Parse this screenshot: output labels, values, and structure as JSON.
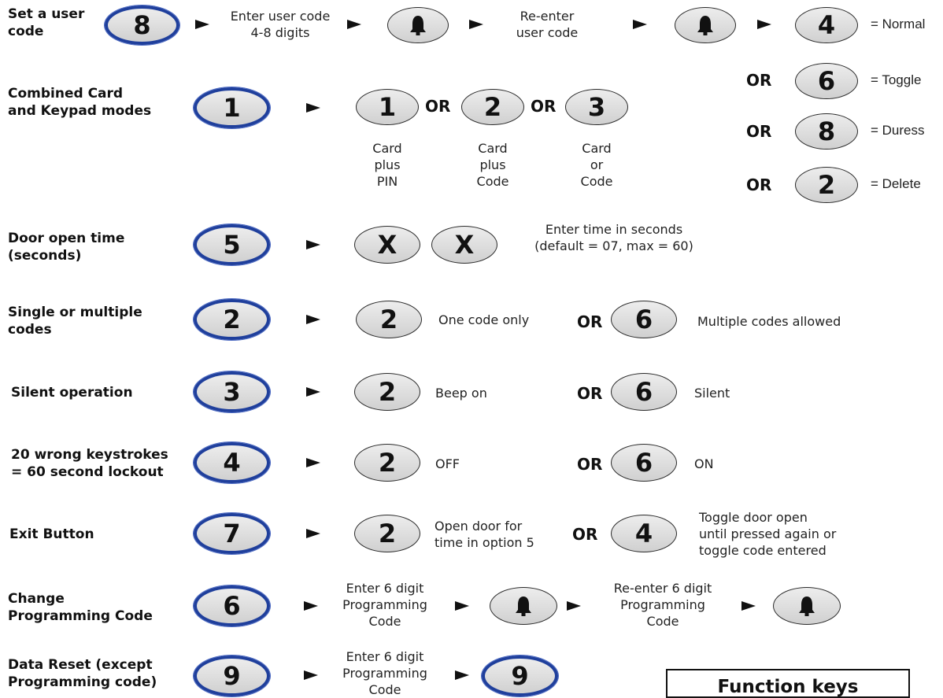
{
  "rows": {
    "user_code": {
      "label": "Set a user\ncode",
      "key": "8",
      "step1": "Enter user code\n4-8 digits",
      "step2": "Re-enter\nuser code",
      "opts": [
        {
          "or": "",
          "key": "4",
          "desc": "= Normal"
        },
        {
          "or": "OR",
          "key": "6",
          "desc": "= Toggle"
        },
        {
          "or": "OR",
          "key": "8",
          "desc": "= Duress"
        },
        {
          "or": "OR",
          "key": "2",
          "desc": "= Delete"
        }
      ]
    },
    "combined": {
      "label": "Combined Card\nand Keypad modes",
      "key": "1",
      "opts": [
        {
          "key": "1",
          "desc": "Card\nplus\nPIN"
        },
        {
          "key": "2",
          "desc": "Card\nplus\nCode"
        },
        {
          "key": "3",
          "desc": "Card\nor\nCode"
        }
      ],
      "or": "OR"
    },
    "door_time": {
      "label": "Door open time\n(seconds)",
      "key": "5",
      "x1": "X",
      "x2": "X",
      "desc": "Enter time in seconds\n(default = 07, max = 60)"
    },
    "single_multi": {
      "label": "Single or multiple\ncodes",
      "key": "2",
      "opt1_key": "2",
      "opt1_desc": "One code only",
      "or": "OR",
      "opt2_key": "6",
      "opt2_desc": "Multiple codes allowed"
    },
    "silent": {
      "label": "Silent operation",
      "key": "3",
      "opt1_key": "2",
      "opt1_desc": "Beep on",
      "or": "OR",
      "opt2_key": "6",
      "opt2_desc": "Silent"
    },
    "lockout": {
      "label": "20 wrong keystrokes\n= 60 second lockout",
      "key": "4",
      "opt1_key": "2",
      "opt1_desc": "OFF",
      "or": "OR",
      "opt2_key": "6",
      "opt2_desc": "ON"
    },
    "exit": {
      "label": "Exit Button",
      "key": "7",
      "opt1_key": "2",
      "opt1_desc": "Open door for\ntime in option 5",
      "or": "OR",
      "opt2_key": "4",
      "opt2_desc": "Toggle door open\nuntil pressed again or\ntoggle code entered"
    },
    "prog_code": {
      "label": "Change\nProgramming Code",
      "key": "6",
      "step1": "Enter 6 digit\nProgramming\nCode",
      "step2": "Re-enter 6 digit\nProgramming\nCode"
    },
    "reset": {
      "label": "Data Reset (except\nProgramming code)",
      "key": "9",
      "step1": "Enter 6 digit\nProgramming\nCode",
      "key2": "9"
    }
  },
  "function_keys_title": "Function keys",
  "colors": {
    "blue_ring": "#1f3f9c",
    "key_fill": "#dcdcdc",
    "text": "#111111"
  },
  "icons": {
    "bell": "bell-icon",
    "arrow": "arrow-right-icon"
  }
}
